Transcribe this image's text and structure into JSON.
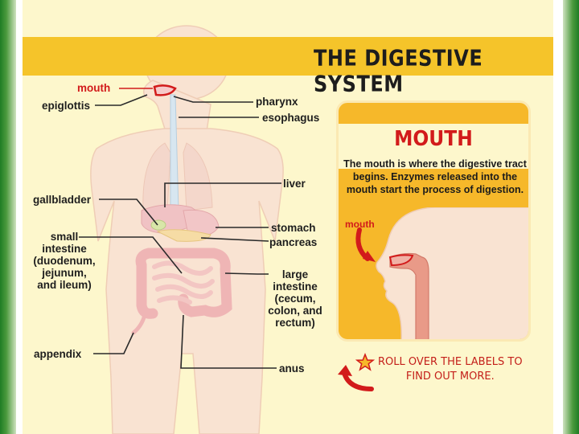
{
  "title": "THE DIGESTIVE SYSTEM",
  "labels": {
    "mouth": "mouth",
    "epiglottis": "epiglottis",
    "pharynx": "pharynx",
    "esophagus": "esophagus",
    "liver": "liver",
    "gallbladder": "gallbladder",
    "stomach": "stomach",
    "pancreas": "pancreas",
    "small_intestine": "small\nintestine\n(duodenum,\njejunum,\nand ileum)",
    "large_intestine": "large\nintestine\n(cecum,\ncolon, and\nrectum)",
    "appendix": "appendix",
    "anus": "anus"
  },
  "info_card": {
    "title": "MOUTH",
    "description": "The mouth is where the digestive tract begins. Enzymes released into the mouth start the process of digestion.",
    "diagram_label": "mouth"
  },
  "instruction": "ROLL OVER THE LABELS TO\nFIND OUT MORE.",
  "colors": {
    "title_bar": "#f5c42a",
    "panel": "#fdf7cc",
    "highlight": "#d21b1b",
    "card": "#f6b82a"
  },
  "icons": [
    "star-icon",
    "curved-arrow-icon"
  ]
}
